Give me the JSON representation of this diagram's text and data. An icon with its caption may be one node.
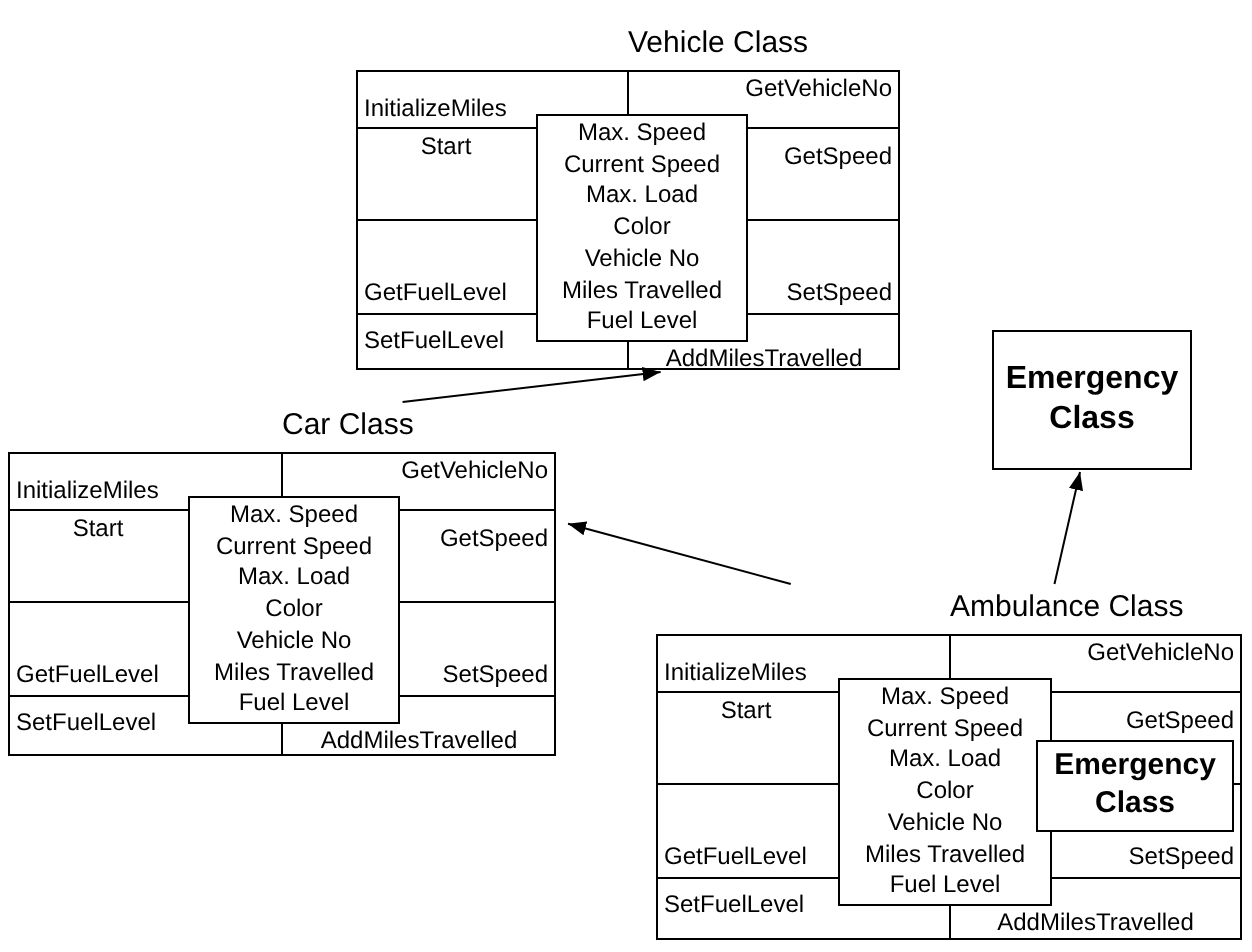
{
  "diagram": {
    "nodes": [
      {
        "text": [
          "Vehicle Class",
          "InitializeMiles",
          "GetVehicleNo",
          "Start",
          "GetSpeed",
          "GetFuelLevel",
          "SetSpeed",
          "SetFuelLevel",
          "AddMilesTravelled"
        ]
      },
      {
        "text": [
          "Max. Speed",
          "Current Speed",
          "Max. Load",
          "Color",
          "Vehicle No",
          "Miles Travelled",
          "Fuel Level"
        ],
        "in": 0
      },
      {
        "text": [
          "Emergency Class"
        ]
      },
      {
        "text": [
          "Car Class",
          "InitializeMiles",
          "GetVehicleNo",
          "Start",
          "GetSpeed",
          "GetFuelLevel",
          "SetSpeed",
          "SetFuelLevel",
          "AddMilesTravelled"
        ]
      },
      {
        "text": [
          "Max. Speed",
          "Current Speed",
          "Max. Load",
          "Color",
          "Vehicle No",
          "Miles Travelled",
          "Fuel Level"
        ],
        "in": 3
      },
      {
        "text": [
          "Ambulance Class",
          "InitializeMiles",
          "GetVehicleNo",
          "Start",
          "GetSpeed",
          "GetFuelLevel",
          "SetSpeed",
          "SetFuelLevel",
          "AddMilesTravelled"
        ]
      },
      {
        "text": [
          "Max. Speed",
          "Current Speed",
          "Max. Load",
          "Color",
          "Vehicle No",
          "Miles Travelled",
          "Fuel Level"
        ],
        "in": 5
      },
      {
        "text": [
          "Emergency Class"
        ],
        "in": 5
      }
    ],
    "edges": [
      {
        "from": 3,
        "to": 0,
        "arrow": "to"
      },
      {
        "from": 5,
        "to": 3,
        "arrow": "to"
      },
      {
        "from": 5,
        "to": 2,
        "arrow": "to"
      }
    ]
  }
}
